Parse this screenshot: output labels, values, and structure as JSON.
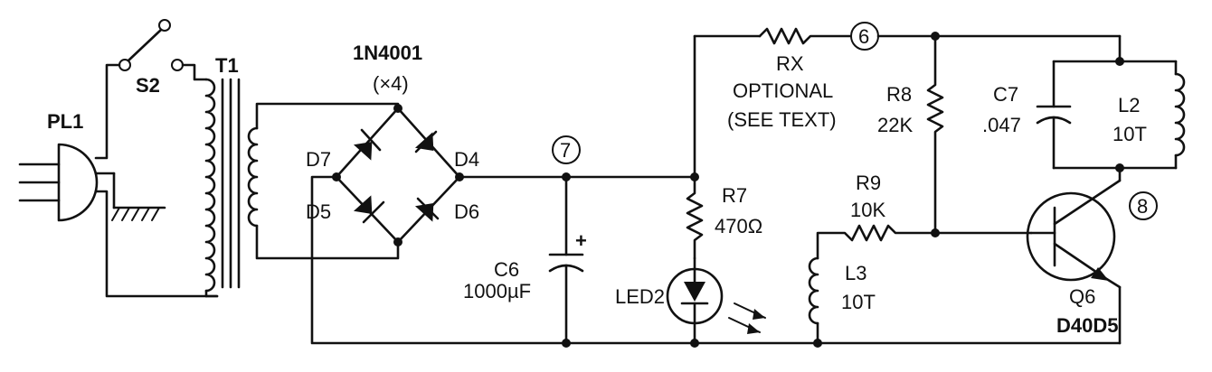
{
  "labels": {
    "pl1": "PL1",
    "s2": "S2",
    "t1": "T1",
    "diode_part": "1N4001",
    "diode_qty": "(×4)",
    "d7": "D7",
    "d4": "D4",
    "d5": "D5",
    "d6": "D6",
    "node7": "7",
    "node6": "6",
    "node8": "8",
    "c6_name": "C6",
    "c6_value": "1000µF",
    "c6_polarity": "+",
    "rx_name": "RX",
    "rx_note1": "OPTIONAL",
    "rx_note2": "(SEE TEXT)",
    "r8_name": "R8",
    "r8_value": "22K",
    "c7_name": "C7",
    "c7_value": ".047",
    "l2_name": "L2",
    "l2_value": "10T",
    "r7_name": "R7",
    "r7_value": "470Ω",
    "r9_name": "R9",
    "r9_value": "10K",
    "led2": "LED2",
    "l3_name": "L3",
    "l3_value": "10T",
    "q6_name": "Q6",
    "q6_part": "D40D5"
  }
}
